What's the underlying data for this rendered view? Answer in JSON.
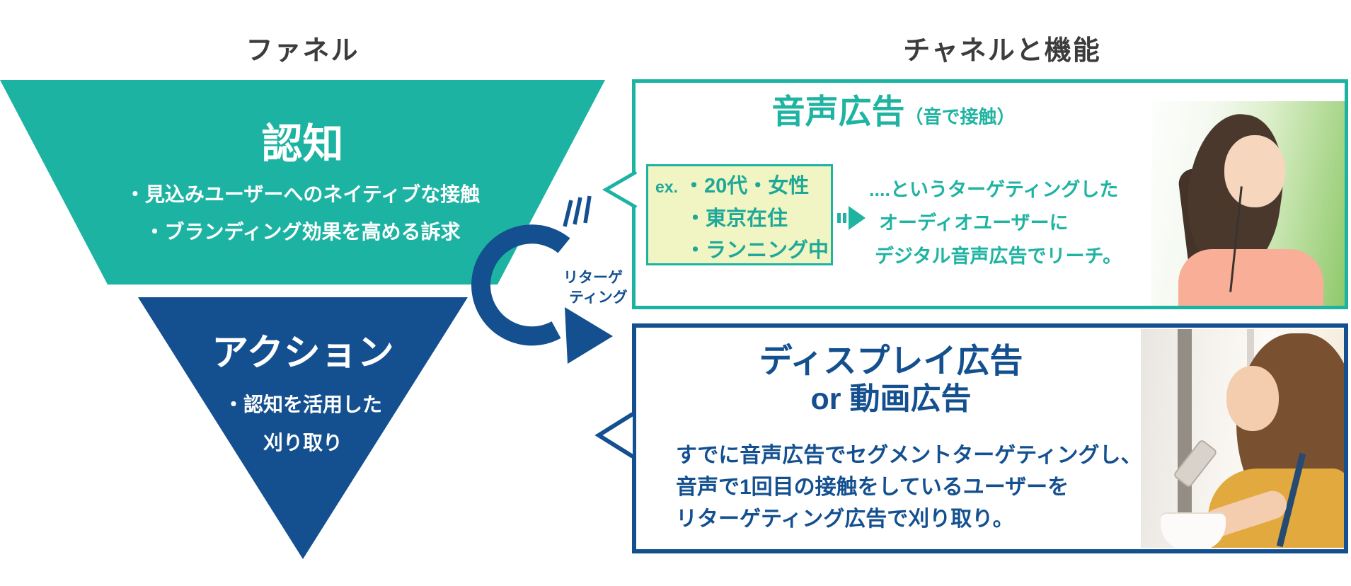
{
  "titles": {
    "funnel": "ファネル",
    "channels": "チャネルと機能"
  },
  "colors": {
    "teal": "#1db3a2",
    "blue": "#14508f",
    "example_bg": "#f0f5c3",
    "title_gray": "#3c3c3c"
  },
  "funnel": {
    "awareness_title": "認知",
    "awareness_point1": "・見込みユーザーへのネイティブな接触",
    "awareness_point2": "・ブランディング効果を高める訴求",
    "action_title": "アクション",
    "action_point1": "・認知を活用した",
    "action_point2": "刈り取り"
  },
  "retargeting": {
    "label_line1": "リターゲ",
    "label_line2": "ティング"
  },
  "audio_box": {
    "title": "音声広告",
    "title_note": "（音で接触）",
    "example": {
      "prefix": "ex.",
      "item1": "・20代・女性",
      "item2": "・東京在住",
      "item3": "・ランニング中"
    },
    "desc1": "....というターゲティングした",
    "desc2": "オーディオユーザーに",
    "desc3": "デジタル音声広告でリーチ。"
  },
  "display_box": {
    "title_line1": "ディスプレイ広告",
    "title_line2": "or 動画広告",
    "desc1": "すでに音声広告でセグメントターゲティングし、",
    "desc2": "音声で1回目の接触をしているユーザーを",
    "desc3": "リターゲティング広告で刈り取り。"
  }
}
